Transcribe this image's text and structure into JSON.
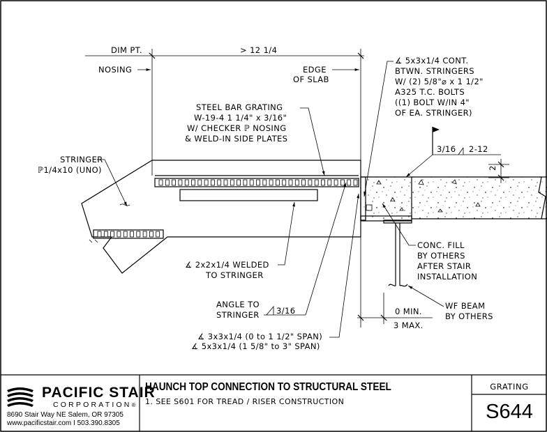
{
  "drawing": {
    "dim_point": "DIM PT.",
    "dim_value": "> 12 1/4",
    "nosing": "NOSING",
    "edge_of_slab": [
      "EDGE",
      "OF SLAB"
    ],
    "angle_note": [
      "∡ 5x3x1/4 CONT.",
      "BTWN. STRINGERS",
      "W/ (2) 5/8\"⌀ x 1 1/2\"",
      "A325 T.C. BOLTS",
      "((1) BOLT W/IN 4\"",
      "OF EA. STRINGER)"
    ],
    "grating_note": [
      "STEEL BAR GRATING",
      "W-19-4 1 1/4\" x 3/16\"",
      "W/ CHECKER ℙ NOSING",
      "& WELD-IN SIDE PLATES"
    ],
    "weld_left": "3/16",
    "weld_right": "2-12",
    "slab_dim": "2",
    "stringer_note": [
      "STRINGER",
      "ℙ1/4x10 (UNO)"
    ],
    "angle_welded_note": [
      "∡ 2x2x1/4 WELDED",
      "TO STRINGER"
    ],
    "conc_fill_note": [
      "CONC. FILL",
      "BY OTHERS",
      "AFTER STAIR",
      "INSTALLATION"
    ],
    "angle_to_stringer": [
      "ANGLE TO",
      "STRINGER"
    ],
    "angle_weld": "3/16",
    "min_dim": "0 MIN.",
    "max_dim": "3 MAX.",
    "wf_beam_note": [
      "WF BEAM",
      "BY OTHERS"
    ],
    "span_note": [
      "∡ 3x3x1/4 (0 to 1 1/2\" SPAN)",
      "∡ 5x3x1/4 (1 5/8\" to 3\" SPAN)"
    ]
  },
  "title_block": {
    "company": "PACIFIC STAIR",
    "company_sub": "CORPORATION",
    "registered": "®",
    "address": "8690 Stair Way NE Salem, OR 97305",
    "contact": "www.pacificstair.com  I  503.390.8305",
    "title": "HAUNCH TOP CONNECTION TO STRUCTURAL STEEL",
    "note": "1.  SEE S601 FOR TREAD / RISER CONSTRUCTION",
    "category": "GRATING",
    "sheet_number": "S644"
  }
}
